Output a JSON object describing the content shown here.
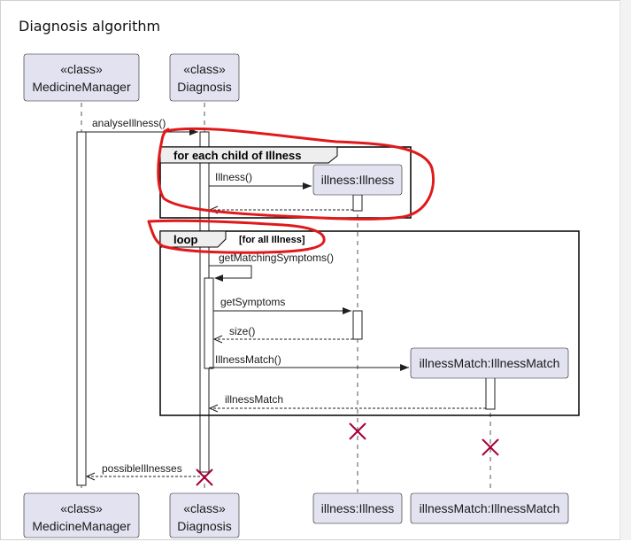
{
  "title": "Diagnosis algorithm",
  "participants": [
    {
      "stereotype": "«class»",
      "name": "MedicineManager"
    },
    {
      "stereotype": "«class»",
      "name": "Diagnosis"
    },
    {
      "stereotype": "",
      "name": "illness:Illness"
    },
    {
      "stereotype": "",
      "name": "illnessMatch:IllnessMatch"
    }
  ],
  "messages": {
    "analyse": "analyseIllness()",
    "illness_ctor": "Illness()",
    "get_matching": "getMatchingSymptoms()",
    "get_symptoms": "getSymptoms",
    "size": "size()",
    "illness_match_ctor": "IllnessMatch()",
    "illness_match_return": "illnessMatch",
    "possible": "possibleIllnesses"
  },
  "fragments": {
    "for_each": {
      "label": "for each child of Illness"
    },
    "loop": {
      "label": "loop",
      "guard": "[for all Illness]"
    }
  },
  "colors": {
    "participant_fill": "#e2e2f0",
    "destroy": "#a80036",
    "annotation": "#e0191b"
  }
}
